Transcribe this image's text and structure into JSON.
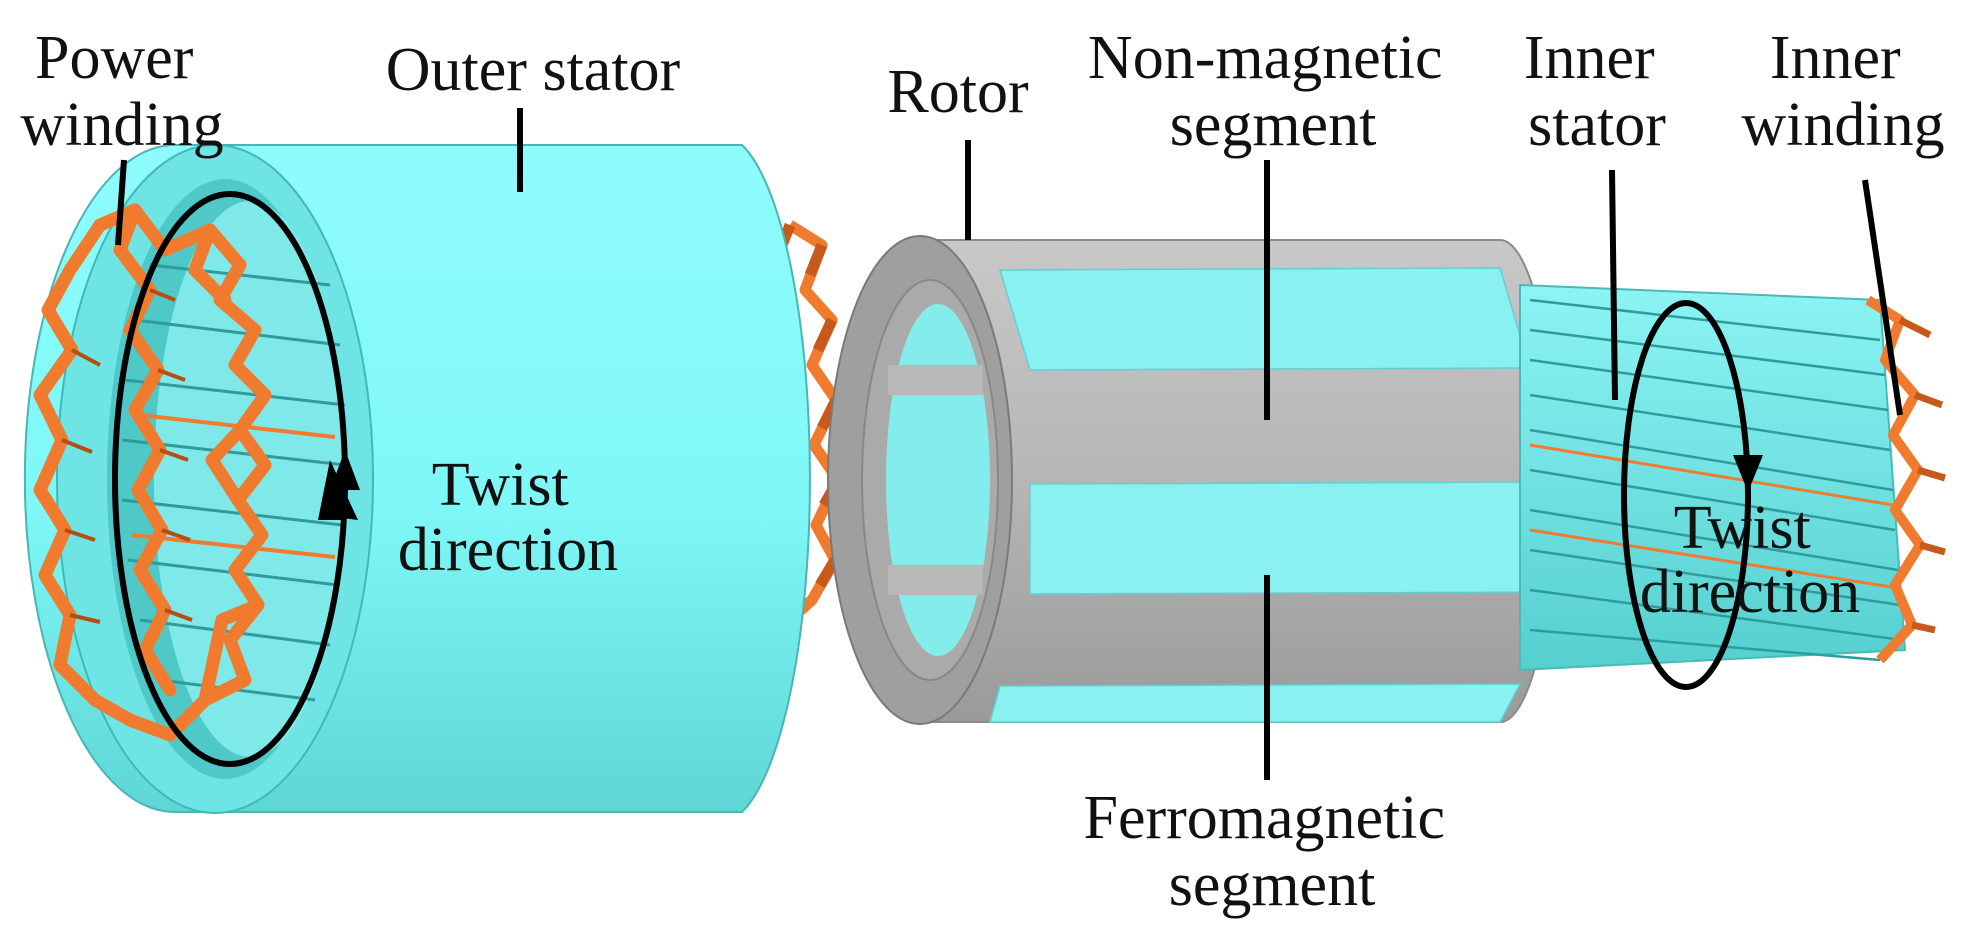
{
  "labels": {
    "power_winding": [
      "Power",
      "winding"
    ],
    "outer_stator": "Outer stator",
    "rotor": "Rotor",
    "non_magnetic_segment": [
      "Non-magnetic",
      "segment"
    ],
    "inner_stator": [
      "Inner",
      "stator"
    ],
    "inner_winding": [
      "Inner",
      "winding"
    ],
    "twist_direction_outer": [
      "Twist",
      "direction"
    ],
    "twist_direction_inner": [
      "Twist",
      "direction"
    ],
    "ferromagnetic_segment": [
      "Ferromagnetic",
      "segment"
    ]
  },
  "colors": {
    "stator_cyan": "#7ff7f7",
    "stator_cyan_dark": "#3fb9b9",
    "rotor_gray": "#b4b4b4",
    "rotor_gray_dark": "#8a8a8a",
    "winding_orange": "#f07a2e",
    "winding_orange_dark": "#b44f12",
    "line_black": "#000000"
  }
}
